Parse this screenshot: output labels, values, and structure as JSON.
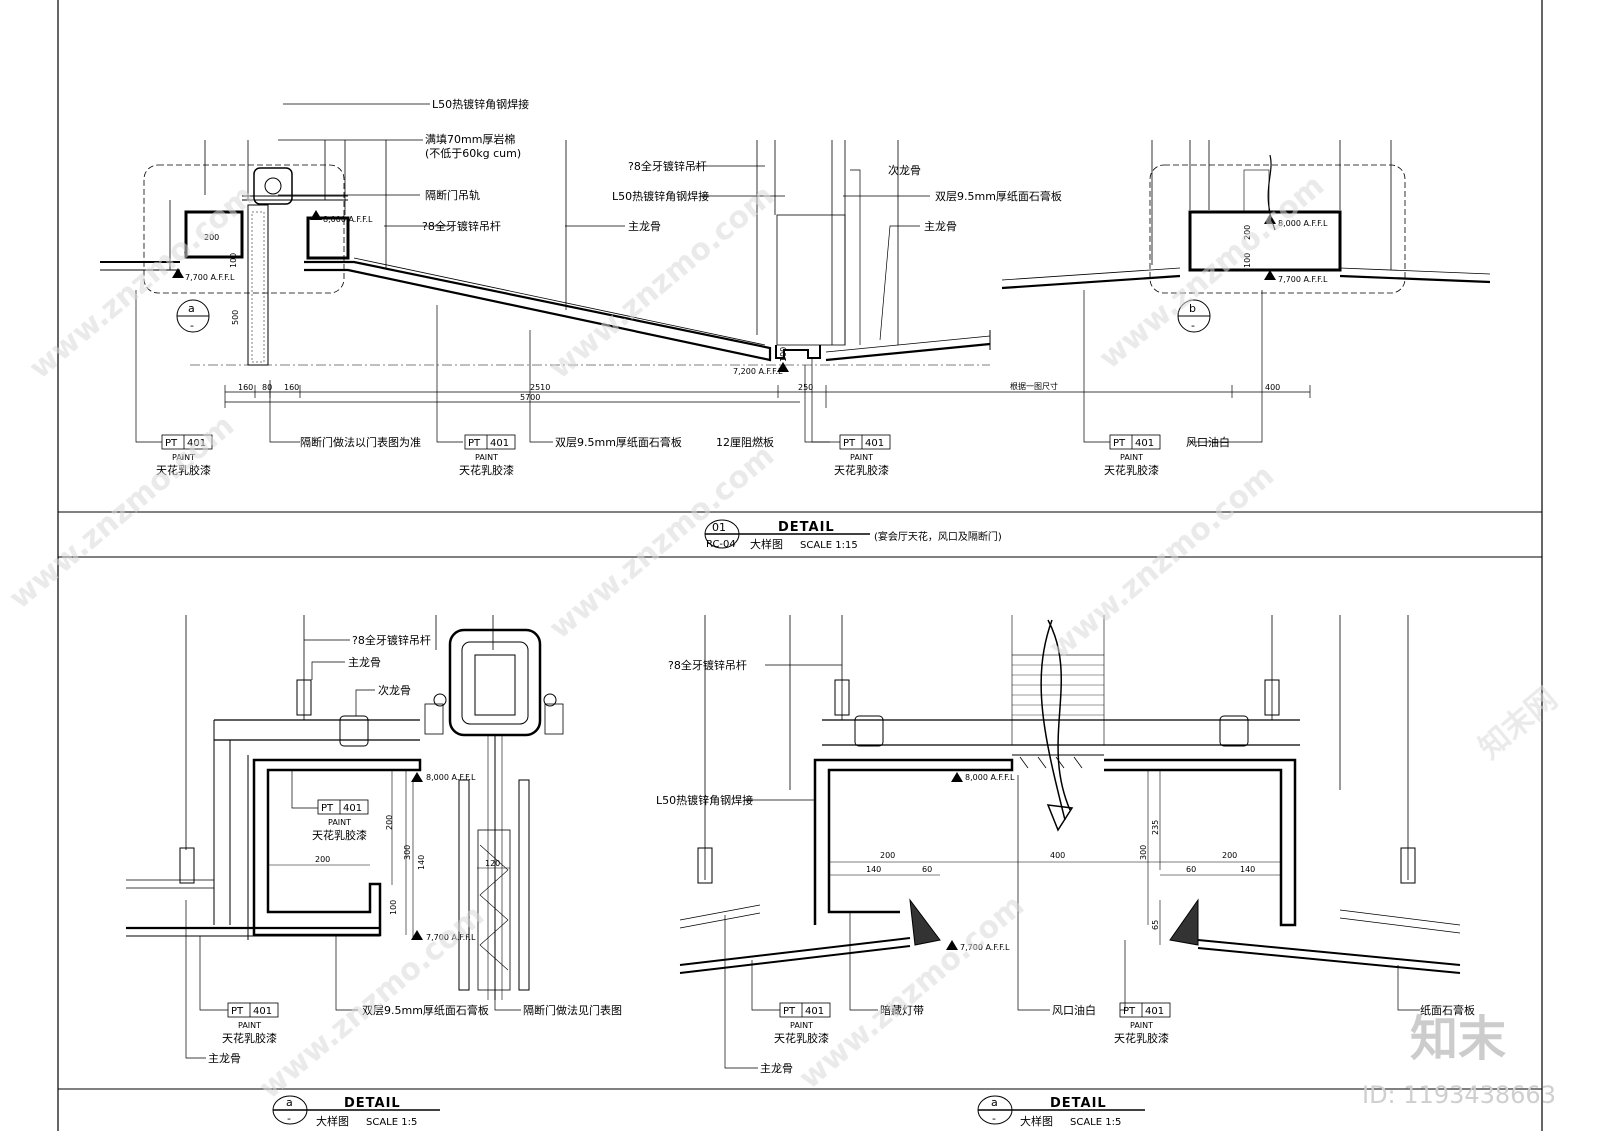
{
  "detail_top": {
    "title": "DETAIL",
    "tag_num": "01",
    "tag_ref": "RC-04",
    "subtitle": "大样图",
    "scale": "SCALE 1:15",
    "note": "(宴会厅天花，风口及隔断门)",
    "callout_a": "a",
    "callout_b": "b",
    "callout_dash": "-",
    "labels": {
      "l50_weld": "L50热镀锌角钢焊接",
      "rockwool_1": "满填70mm厚岩棉",
      "rockwool_2": "(不低于60kg cum)",
      "door_track": "隔断门吊轨",
      "rod_1": "?8全牙镀锌吊杆",
      "rod_2": "?8全牙镀锌吊杆",
      "l50_weld_2": "L50热镀锌角钢焊接",
      "main_keel_1": "主龙骨",
      "secondary_keel": "次龙骨",
      "gypsum_double": "双层9.5mm厚纸面石膏板",
      "main_keel_2": "主龙骨",
      "door_note": "隔断门做法以门表图为准",
      "gypsum_double_2": "双层9.5mm厚纸面石膏板",
      "fire_board": "12厘阻燃板",
      "vent_white": "风口油白",
      "size_note": "根据一图尺寸"
    },
    "levels": {
      "l8000": "8,000 A.F.F.L",
      "l7700": "7,700 A.F.F.L",
      "l7200": "7,200 A.F.F.L"
    },
    "dims": {
      "d200": "200",
      "d100": "100",
      "d500": "500",
      "d160a": "160",
      "d80": "80",
      "d160b": "160",
      "d2510": "2510",
      "d250": "250",
      "d5700": "5700",
      "d400": "400",
      "d100b": "100",
      "d200b": "200",
      "d100c": "100"
    },
    "paint_tags": [
      {
        "code": "PT",
        "num": "401",
        "word": "PAINT",
        "desc": "天花乳胶漆"
      },
      {
        "code": "PT",
        "num": "401",
        "word": "PAINT",
        "desc": "天花乳胶漆"
      },
      {
        "code": "PT",
        "num": "401",
        "word": "PAINT",
        "desc": "天花乳胶漆"
      },
      {
        "code": "PT",
        "num": "401",
        "word": "PAINT",
        "desc": "天花乳胶漆"
      }
    ]
  },
  "detail_a1": {
    "title": "DETAIL",
    "tag": "a",
    "tag_dash": "-",
    "subtitle": "大样图",
    "scale": "SCALE 1:5",
    "labels": {
      "rod": "?8全牙镀锌吊杆",
      "main_keel": "主龙骨",
      "secondary_keel": "次龙骨",
      "gypsum": "双层9.5mm厚纸面石膏板",
      "door_note": "隔断门做法见门表图",
      "main_keel_bottom": "主龙骨"
    },
    "levels": {
      "l8000": "8,000 A.F.F.L",
      "l7700": "7,700 A.F.F.L"
    },
    "dims": {
      "d200": "200",
      "d300": "300",
      "d140": "140",
      "d200b": "200",
      "d100": "100",
      "d120": "120"
    },
    "paint_tags": [
      {
        "code": "PT",
        "num": "401",
        "word": "PAINT",
        "desc": "天花乳胶漆"
      },
      {
        "code": "PT",
        "num": "401",
        "word": "PAINT",
        "desc": "天花乳胶漆"
      }
    ]
  },
  "detail_a2": {
    "title": "DETAIL",
    "tag": "a",
    "tag_dash": "-",
    "subtitle": "大样图",
    "scale": "SCALE 1:5",
    "labels": {
      "rod": "?8全牙镀锌吊杆",
      "l50_weld": "L50热镀锌角钢焊接",
      "hidden_light": "暗藏灯带",
      "vent_white": "风口油白",
      "gypsum": "纸面石膏板",
      "main_keel": "主龙骨"
    },
    "levels": {
      "l8000": "8,000 A.F.F.L",
      "l7700": "7,700 A.F.F.L"
    },
    "dims": {
      "d200a": "200",
      "d140a": "140",
      "d60a": "60",
      "d400": "400",
      "d300": "300",
      "d235": "235",
      "d200b": "200",
      "d60b": "60",
      "d140b": "140",
      "d65": "65"
    },
    "paint_tags": [
      {
        "code": "PT",
        "num": "401",
        "word": "PAINT",
        "desc": "天花乳胶漆"
      },
      {
        "code": "PT",
        "num": "401",
        "word": "PAINT",
        "desc": "天花乳胶漆"
      }
    ]
  },
  "watermark": {
    "site": "www.znzmo.com",
    "brand": "知末网",
    "logo": "知末",
    "id": "ID: 1193438663"
  }
}
